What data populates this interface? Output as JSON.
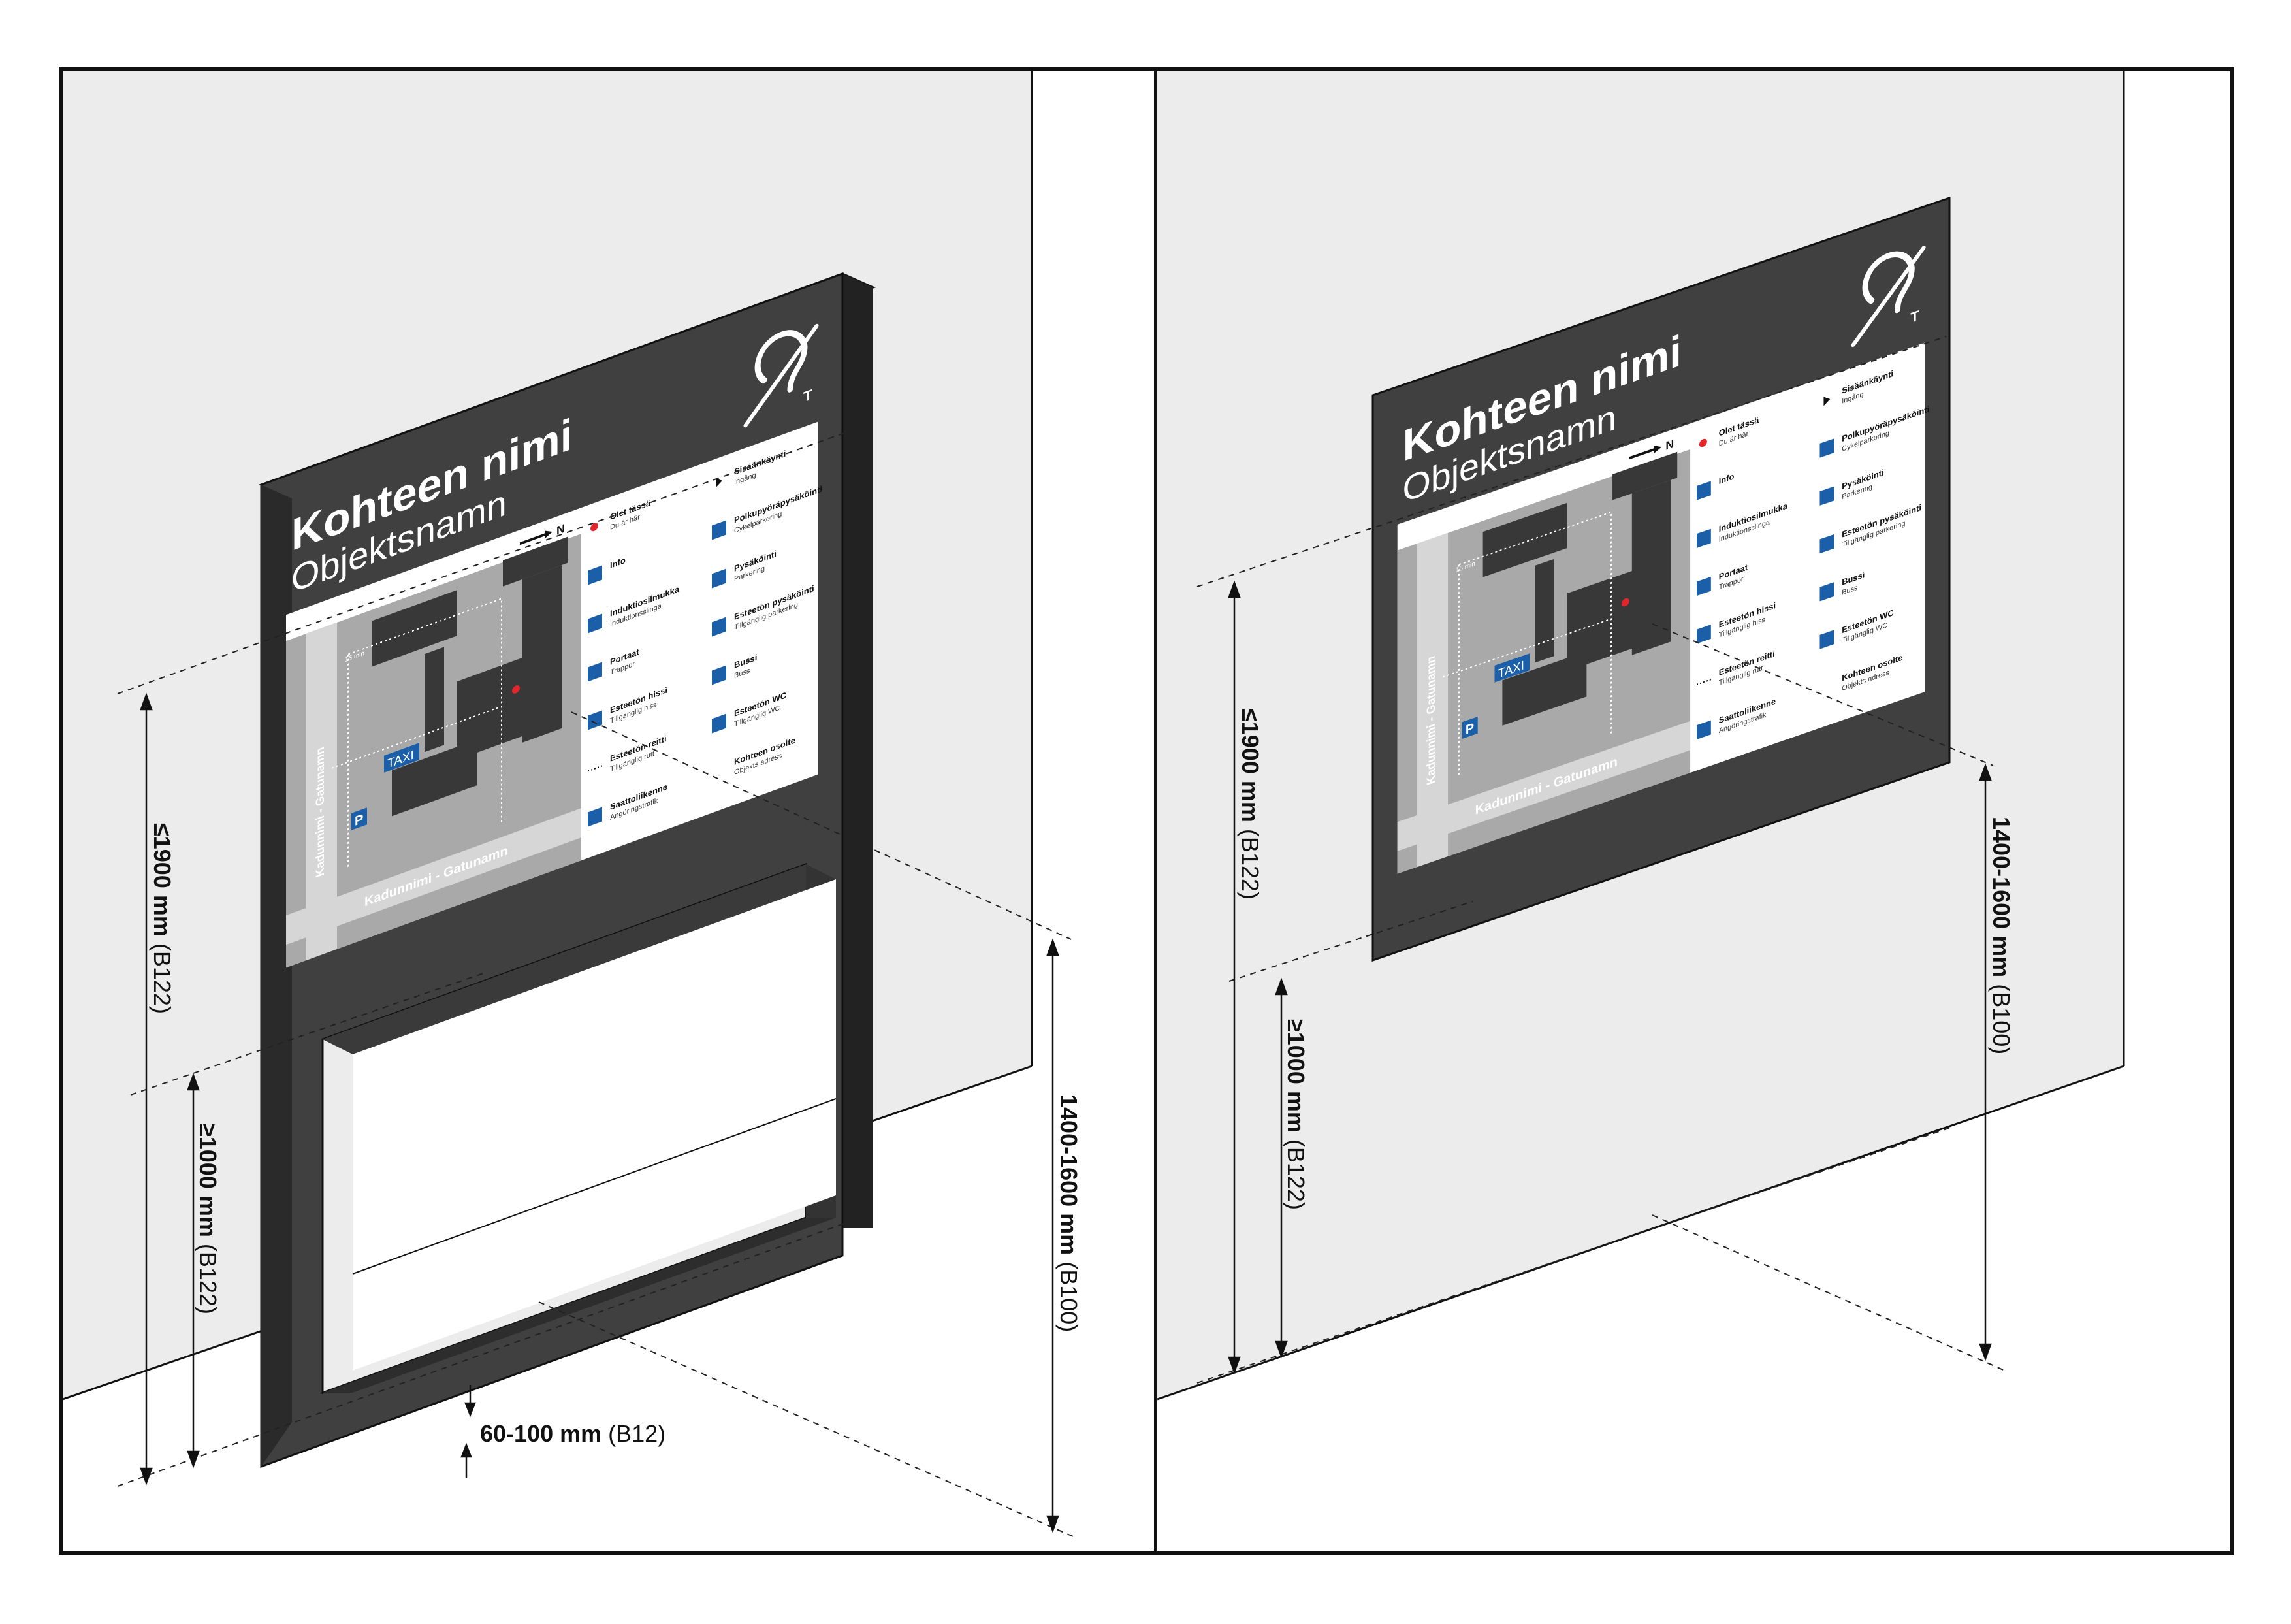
{
  "sign": {
    "title": "Kohteen nimi",
    "subtitle": "Objektsnamn",
    "north_label": "N",
    "street_label": "Kadunnimi - Gatunamn",
    "side_street_label": "Kadunnimi - Gatunamn",
    "walk_time": "15 min",
    "taxi_label": "TAXI",
    "parking_label": "P",
    "loop_letter": "T"
  },
  "legend": {
    "items": [
      {
        "fi": "Olet tässä",
        "sv": "Du är här",
        "icon": "you-are-here-dot"
      },
      {
        "fi": "Sisäänkäynti",
        "sv": "Ingång",
        "icon": "entrance-arrow"
      },
      {
        "fi": "Info",
        "sv": "",
        "icon": "info-icon"
      },
      {
        "fi": "Polkupyöräpysäköinti",
        "sv": "Cykelparkering",
        "icon": "bicycle-icon"
      },
      {
        "fi": "Induktiosilmukka",
        "sv": "Induktionsslinga",
        "icon": "induction-loop-icon"
      },
      {
        "fi": "Pysäköinti",
        "sv": "Parkering",
        "icon": "parking-icon"
      },
      {
        "fi": "Portaat",
        "sv": "Trappor",
        "icon": "stairs-icon"
      },
      {
        "fi": "Esteetön pysäköinti",
        "sv": "Tillgänglig parkering",
        "icon": "accessible-parking-icon"
      },
      {
        "fi": "Esteetön hissi",
        "sv": "Tillgänglig hiss",
        "icon": "elevator-icon"
      },
      {
        "fi": "Bussi",
        "sv": "Buss",
        "icon": "bus-icon"
      },
      {
        "fi": "Esteetön reitti",
        "sv": "Tillgänglig rutt",
        "icon": "dotted-route"
      },
      {
        "fi": "Esteetön WC",
        "sv": "Tillgänglig WC",
        "icon": "accessible-wc-icon"
      },
      {
        "fi": "Saattoliikenne",
        "sv": "Angöringstrafik",
        "icon": "drop-off-icon"
      },
      {
        "fi": "Kohteen osoite",
        "sv": "Objekts adress",
        "icon": ""
      }
    ]
  },
  "dimensions": {
    "left": {
      "max_height": {
        "value": "≤1900 mm",
        "ref": "(B122)"
      },
      "min_height": {
        "value": "≥1000 mm",
        "ref": "(B122)"
      },
      "center_height": {
        "value": "1400-1600 mm",
        "ref": "(B100)"
      },
      "base_gap": {
        "value": "60-100 mm",
        "ref": "(B12)"
      }
    },
    "right": {
      "max_height": {
        "value": "≤1900 mm",
        "ref": "(B122)"
      },
      "min_height": {
        "value": "≥1000 mm",
        "ref": "(B122)"
      },
      "center_height": {
        "value": "1400-1600 mm",
        "ref": "(B100)"
      }
    }
  },
  "colors": {
    "frame": "#3f3f3f",
    "frame_side": "#262626",
    "wall": "#ececec",
    "map_bg": "#a9a9a9",
    "street": "#d6d6d6",
    "building": "#383838",
    "symbol_blue": "#1b5fa8",
    "marker_red": "#e3262c",
    "border": "#111111"
  }
}
